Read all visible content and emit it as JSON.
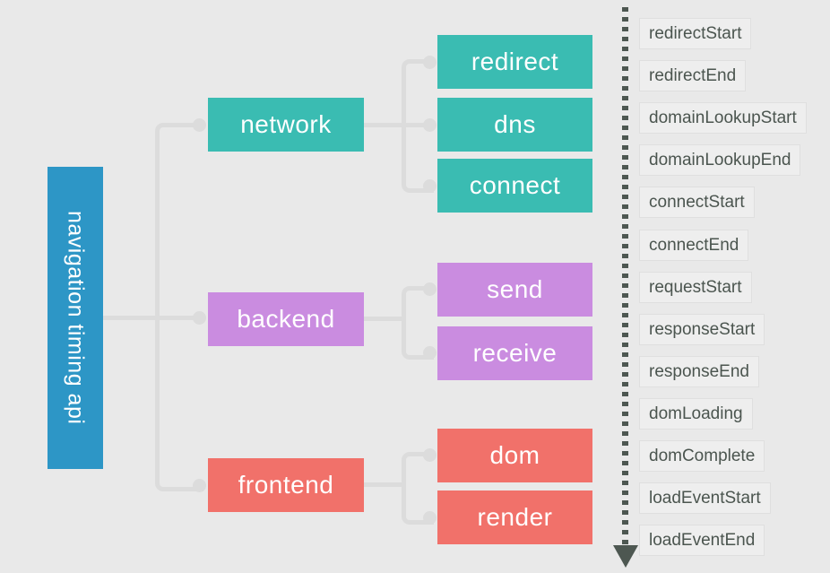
{
  "diagram": {
    "title": "navigation timing api",
    "root": {
      "label": "navigation timing api",
      "color": "#2d96c6"
    },
    "branches": [
      {
        "label": "network",
        "color": "#3abcb2",
        "children": [
          "redirect",
          "dns",
          "connect"
        ]
      },
      {
        "label": "backend",
        "color": "#ca8ce0",
        "children": [
          "send",
          "receive"
        ]
      },
      {
        "label": "frontend",
        "color": "#f1716a",
        "children": [
          "dom",
          "render"
        ]
      }
    ],
    "timeline_events": [
      "redirectStart",
      "redirectEnd",
      "domainLookupStart",
      "domainLookupEnd",
      "connectStart",
      "connectEnd",
      "requestStart",
      "responseStart",
      "responseEnd",
      "domLoading",
      "domComplete",
      "loadEventStart",
      "loadEventEnd"
    ],
    "colors": {
      "background": "#e9e9e9",
      "connector": "#dcdcdc",
      "root_blue": "#2d96c6",
      "network_teal": "#3abcb2",
      "backend_purple": "#ca8ce0",
      "frontend_coral": "#f1716a",
      "timeline_dark": "#4d5751",
      "event_text": "#4b554f"
    },
    "icons": {
      "timeline_arrow": "down-arrow-icon"
    }
  }
}
